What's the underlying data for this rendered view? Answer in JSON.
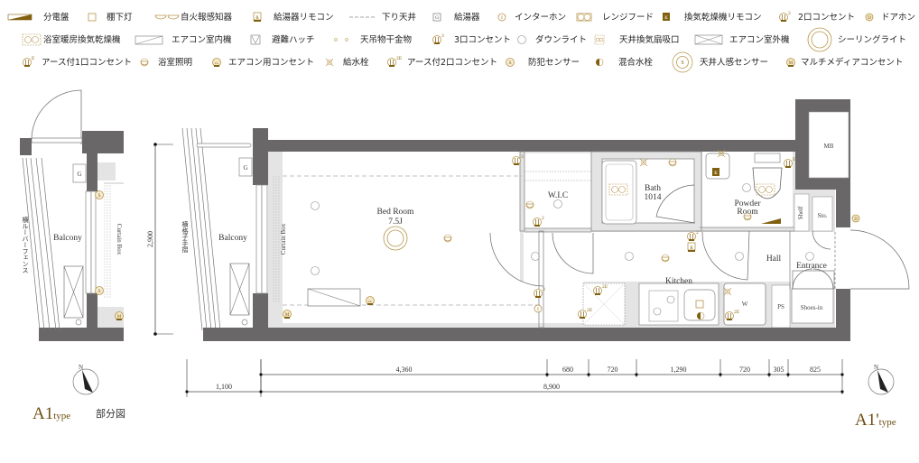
{
  "legend": [
    {
      "label": "分電盤",
      "icon": "panel-icon"
    },
    {
      "label": "棚下灯",
      "icon": "under-shelf-light-icon"
    },
    {
      "label": "自火報感知器",
      "icon": "fire-detector-icon"
    },
    {
      "label": "給湯器リモコン",
      "icon": "water-heater-remote-icon"
    },
    {
      "label": "下り天井",
      "icon": "lowered-ceiling-icon"
    },
    {
      "label": "給湯器",
      "icon": "water-heater-icon"
    },
    {
      "label": "インターホン",
      "icon": "intercom-icon"
    },
    {
      "label": "レンジフード",
      "icon": "range-hood-icon"
    },
    {
      "label": "換気乾燥機リモコン",
      "icon": "dryer-remote-icon"
    },
    {
      "label": "2口コンセント",
      "icon": "outlet-2-icon"
    },
    {
      "label": "ドアホン",
      "icon": "doorphone-icon"
    },
    {
      "label": "浴室暖房換気乾燥機",
      "icon": "bath-dryer-icon"
    },
    {
      "label": "エアコン室内機",
      "icon": "aircon-indoor-icon"
    },
    {
      "label": "避難ハッチ",
      "icon": "escape-hatch-icon"
    },
    {
      "label": "天吊物干金物",
      "icon": "ceiling-hanger-icon"
    },
    {
      "label": "3口コンセント",
      "icon": "outlet-3-icon"
    },
    {
      "label": "ダウンライト",
      "icon": "downlight-icon"
    },
    {
      "label": "天井換気扇吸口",
      "icon": "ceiling-vent-icon"
    },
    {
      "label": "エアコン室外機",
      "icon": "aircon-outdoor-icon"
    },
    {
      "label": "シーリングライト",
      "icon": "ceiling-light-icon"
    },
    {
      "label": "アース付1口コンセント",
      "icon": "outlet-earth-1-icon"
    },
    {
      "label": "浴室照明",
      "icon": "bath-light-icon"
    },
    {
      "label": "エアコン用コンセント",
      "icon": "aircon-outlet-icon"
    },
    {
      "label": "給水栓",
      "icon": "water-tap-icon"
    },
    {
      "label": "アース付2口コンセント",
      "icon": "outlet-earth-2-icon"
    },
    {
      "label": "防犯センサー",
      "icon": "security-sensor-icon"
    },
    {
      "label": "混合水栓",
      "icon": "mixing-tap-icon"
    },
    {
      "label": "天井人感センサー",
      "icon": "motion-sensor-icon"
    },
    {
      "label": "マルチメディアコンセント",
      "icon": "multimedia-outlet-icon"
    }
  ],
  "plan_a1": {
    "balcony": "Balcony",
    "fence": "横ルーバーフェンス",
    "curtain_box": "Curtain Box",
    "title_main": "A1",
    "title_type": "type",
    "title_note": "部分図"
  },
  "plan_a1_prime": {
    "balcony": "Balcony",
    "railing": "横格子手摺",
    "curtain_box": "Curtain Box",
    "bed_room": "Bed Room",
    "bed_room_size": "7.5J",
    "wic": "W.I.C",
    "bath": "Bath",
    "bath_size": "1014",
    "powder_room_1": "Powder",
    "powder_room_2": "Room",
    "hall": "Hall",
    "entrance": "Entrance",
    "kitchen": "Kitchen",
    "shoes_in": "Shoes-in",
    "ps": "PS",
    "sto": "Sto.",
    "shelf": "Shelf",
    "mb": "MB",
    "washer": "W",
    "title_main": "A1'",
    "title_type": "type"
  },
  "dimensions": {
    "top": [
      "4,360",
      "680",
      "720",
      "1,290",
      "720",
      "305",
      "825"
    ],
    "bottom": [
      "1,100",
      "8,900"
    ],
    "height": "2,900"
  },
  "compass": "N"
}
